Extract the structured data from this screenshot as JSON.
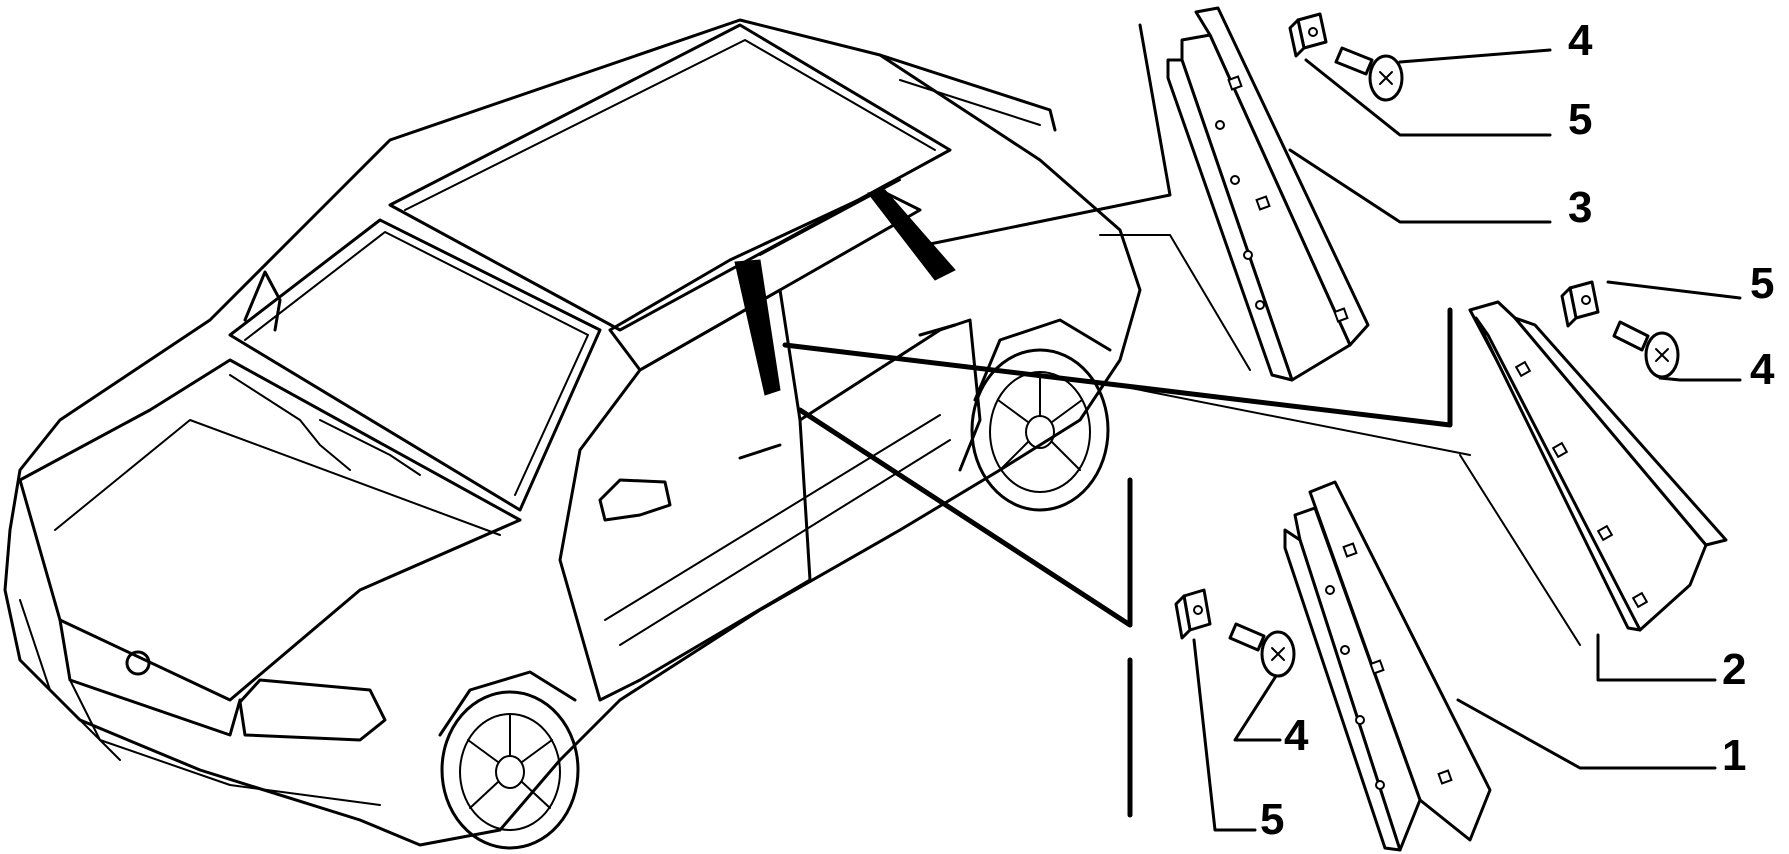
{
  "diagram": {
    "callouts": {
      "top_4": "4",
      "top_5": "5",
      "label_3": "3",
      "right_5": "5",
      "right_4": "4",
      "label_2": "2",
      "label_1": "1",
      "bottom_4": "4",
      "bottom_5": "5"
    }
  }
}
